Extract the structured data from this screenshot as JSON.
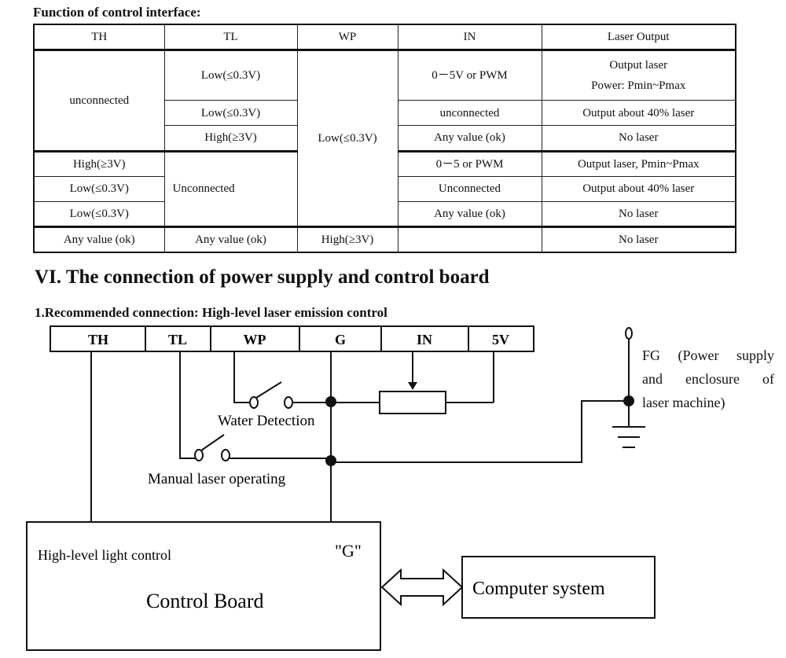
{
  "control_interface": {
    "title": "Function of control interface:",
    "headers": [
      "TH",
      "TL",
      "WP",
      "IN",
      "Laser Output"
    ],
    "cells": {
      "th_group1": "unconnected",
      "tl_r1": "Low(≤0.3V)",
      "tl_r2": "Low(≤0.3V)",
      "tl_r3": "High(≥3V)",
      "wp_merged": "Low(≤0.3V)",
      "in_r1": "0－5V or PWM",
      "in_r2": "unconnected",
      "in_r3": "Any value (ok)",
      "out_r1_line1": "Output laser",
      "out_r1_line2": "Power: Pmin~Pmax",
      "out_r2": "Output about 40% laser",
      "out_r3": "No laser",
      "th_r4": "High(≥3V)",
      "th_r5": "Low(≤0.3V)",
      "th_r6": "Low(≤0.3V)",
      "tl_group2": "Unconnected",
      "in_r4": "0－5 or PWM",
      "in_r5": "Unconnected",
      "in_r6": "Any value (ok)",
      "out_r4": "Output laser, Pmin~Pmax",
      "out_r5": "Output about 40% laser",
      "out_r6": "No laser",
      "th_r7": "Any value (ok)",
      "tl_r7": "Any value (ok)",
      "wp_r7": "High(≥3V)",
      "in_r7": "",
      "out_r7": "No laser"
    }
  },
  "section_heading": "VI. The connection of power supply and control board",
  "diagram": {
    "subheading": "1.Recommended connection: High-level laser emission control",
    "terminals": [
      "TH",
      "TL",
      "WP",
      "G",
      "IN",
      "5V"
    ],
    "water_detection": "Water Detection",
    "manual_switch": "Manual laser operating",
    "fg_note_lines": [
      "FG  (Power  supply",
      "and   enclosure   of",
      "laser machine)"
    ],
    "board_caption": "High-level light control",
    "board_g": "\"G\"",
    "board_title": "Control Board",
    "computer": "Computer system"
  }
}
